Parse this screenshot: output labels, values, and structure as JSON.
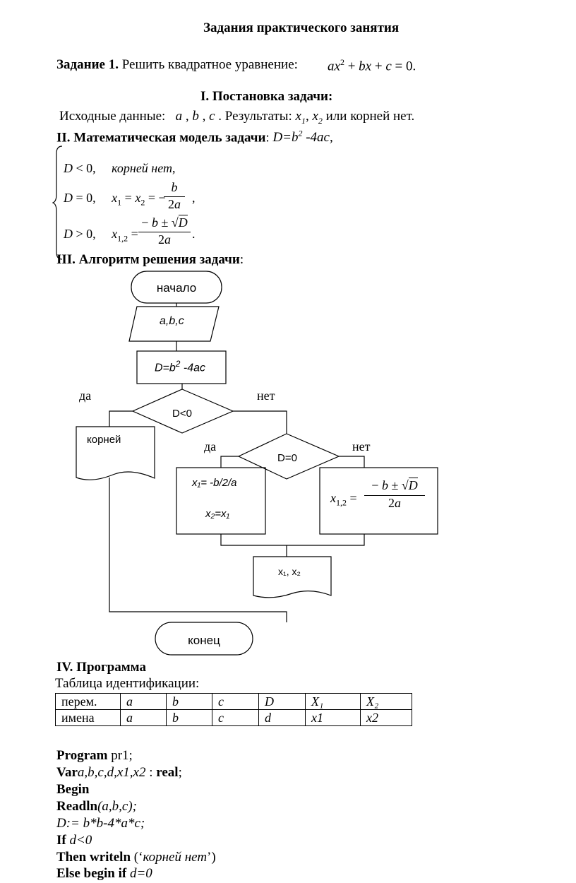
{
  "title": "Задания практического занятия",
  "task": {
    "label": "Задание 1.",
    "text": "Решить квадратное уравнение:"
  },
  "section1": {
    "heading": "I.   Постановка задачи:",
    "input_label": "Исходные данные:",
    "output_label": "Результаты:",
    "or_text": "или корней нет."
  },
  "section2": {
    "heading": "II.   Математическая модель задачи",
    "formula": "D=b²-4ac,",
    "cases": {
      "c1_cond": "D < 0,",
      "c1_val": "корней нет,",
      "c2_cond": "D = 0,",
      "c3_cond": "D > 0,"
    }
  },
  "section3": {
    "heading": "III. Алгоритм решения задачи",
    "flowchart": {
      "start": "начало",
      "input": "a,b,c",
      "calc": "D=b²-4ac",
      "cond1": "D<0",
      "yes1": "да",
      "no1": "нет",
      "no_roots": "корней",
      "cond2": "D=0",
      "yes2": "да",
      "no2": "нет",
      "x1_eq": "x₁= -b/2/a",
      "x2_eq": "x₂=x₁",
      "output": "x₁, x₂",
      "end": "конец"
    }
  },
  "section4": {
    "heading": "IV. Программа",
    "table_caption": "Таблица идентификации:",
    "table": {
      "row1": [
        "перем.",
        "a",
        "b",
        "c",
        "D",
        "X₁",
        "X₂"
      ],
      "row2": [
        "имена",
        "a",
        "b",
        "c",
        "d",
        "x1",
        "x2"
      ]
    }
  },
  "code": {
    "l1_kw": "Program",
    "l1_rest": " pr1;",
    "l2_kw": "Var",
    "l2_vars": "a,b,c,d,x1,x2",
    "l2_colon": " : ",
    "l2_type": "real",
    "l2_end": ";",
    "l3": "Begin",
    "l4_kw": "Readln",
    "l4_args": "(a,b,c);",
    "l5": "D:= b*b-4*a*c;",
    "l6_kw": "If",
    "l6_cond": " d<0",
    "l7_kw": "Then writeln",
    "l7_rest": " (‘",
    "l7_str": "корней нет",
    "l7_end": "’)",
    "l8_kw": "Else  begin if",
    "l8_cond": " d=0"
  }
}
